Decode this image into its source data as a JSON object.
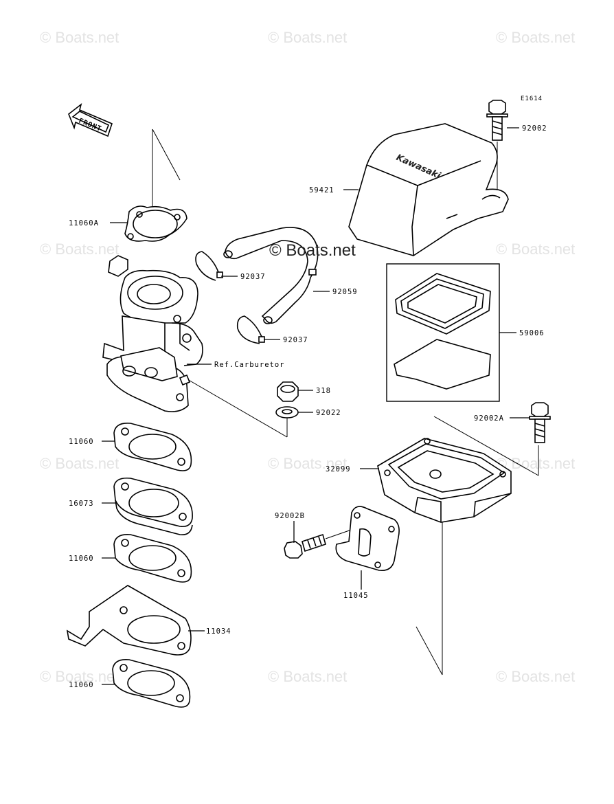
{
  "watermark": "© Boats.net",
  "center_watermark": "© Boats.net",
  "diagram_code": "E1614",
  "front_label": "FRONT",
  "cover_brand": "Kawasaki",
  "labels": {
    "p11060A": "11060A",
    "p92037a": "92037",
    "p92059": "92059",
    "p92037b": "92037",
    "refCarb": "Ref.Carburetor",
    "p318": "318",
    "p92022": "92022",
    "p11060a": "11060",
    "p16073": "16073",
    "p11060b": "11060",
    "p11034": "11034",
    "p11060c": "11060",
    "p92002": "92002",
    "p59421": "59421",
    "p59006": "59006",
    "p92002A": "92002A",
    "p32099": "32099",
    "p92002B": "92002B",
    "p11045": "11045"
  }
}
